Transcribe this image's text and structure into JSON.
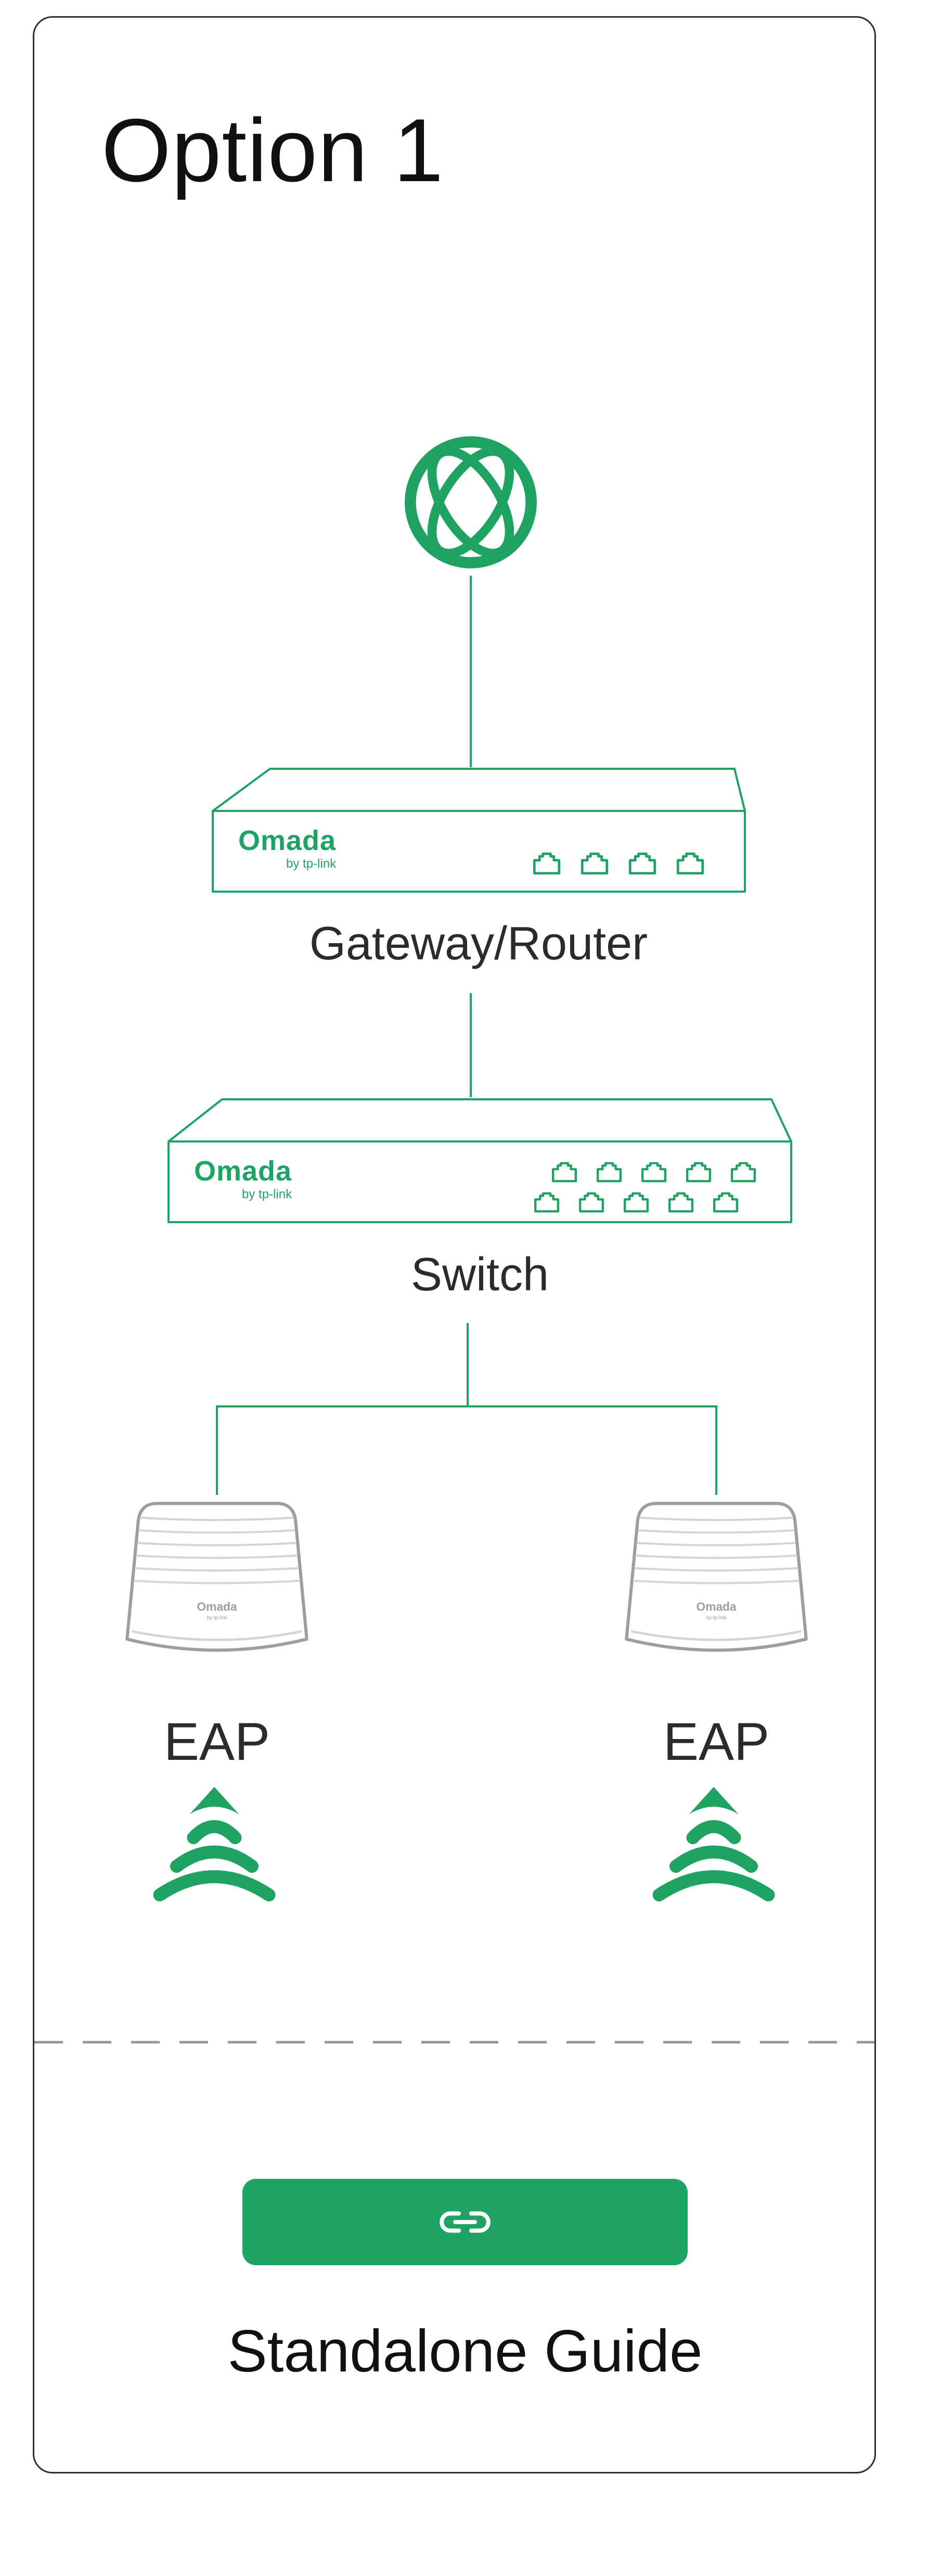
{
  "title": "Option 1",
  "internet": {
    "icon": "globe-icon"
  },
  "gateway": {
    "brand": "Omada",
    "brand_sub": "by tp-link",
    "label": "Gateway/Router",
    "port_count": 4
  },
  "network_switch": {
    "brand": "Omada",
    "brand_sub": "by tp-link",
    "label": "Switch",
    "ports_row1": 5,
    "ports_row2": 5
  },
  "eaps": [
    {
      "label": "EAP",
      "brand": "Omada",
      "brand_sub": "by tp-link",
      "wifi_icon": "wifi-signal-icon"
    },
    {
      "label": "EAP",
      "brand": "Omada",
      "brand_sub": "by tp-link",
      "wifi_icon": "wifi-signal-icon"
    }
  ],
  "footer": {
    "button_icon": "link-icon",
    "guide_label": "Standalone Guide"
  },
  "colors": {
    "green": "#1EA362",
    "title": "#111111",
    "text": "#2B2B2B",
    "eap": "#9E9E9E",
    "eap_line": "#D4D4D4",
    "dash": "#999999",
    "border": "#2E2E2E"
  }
}
